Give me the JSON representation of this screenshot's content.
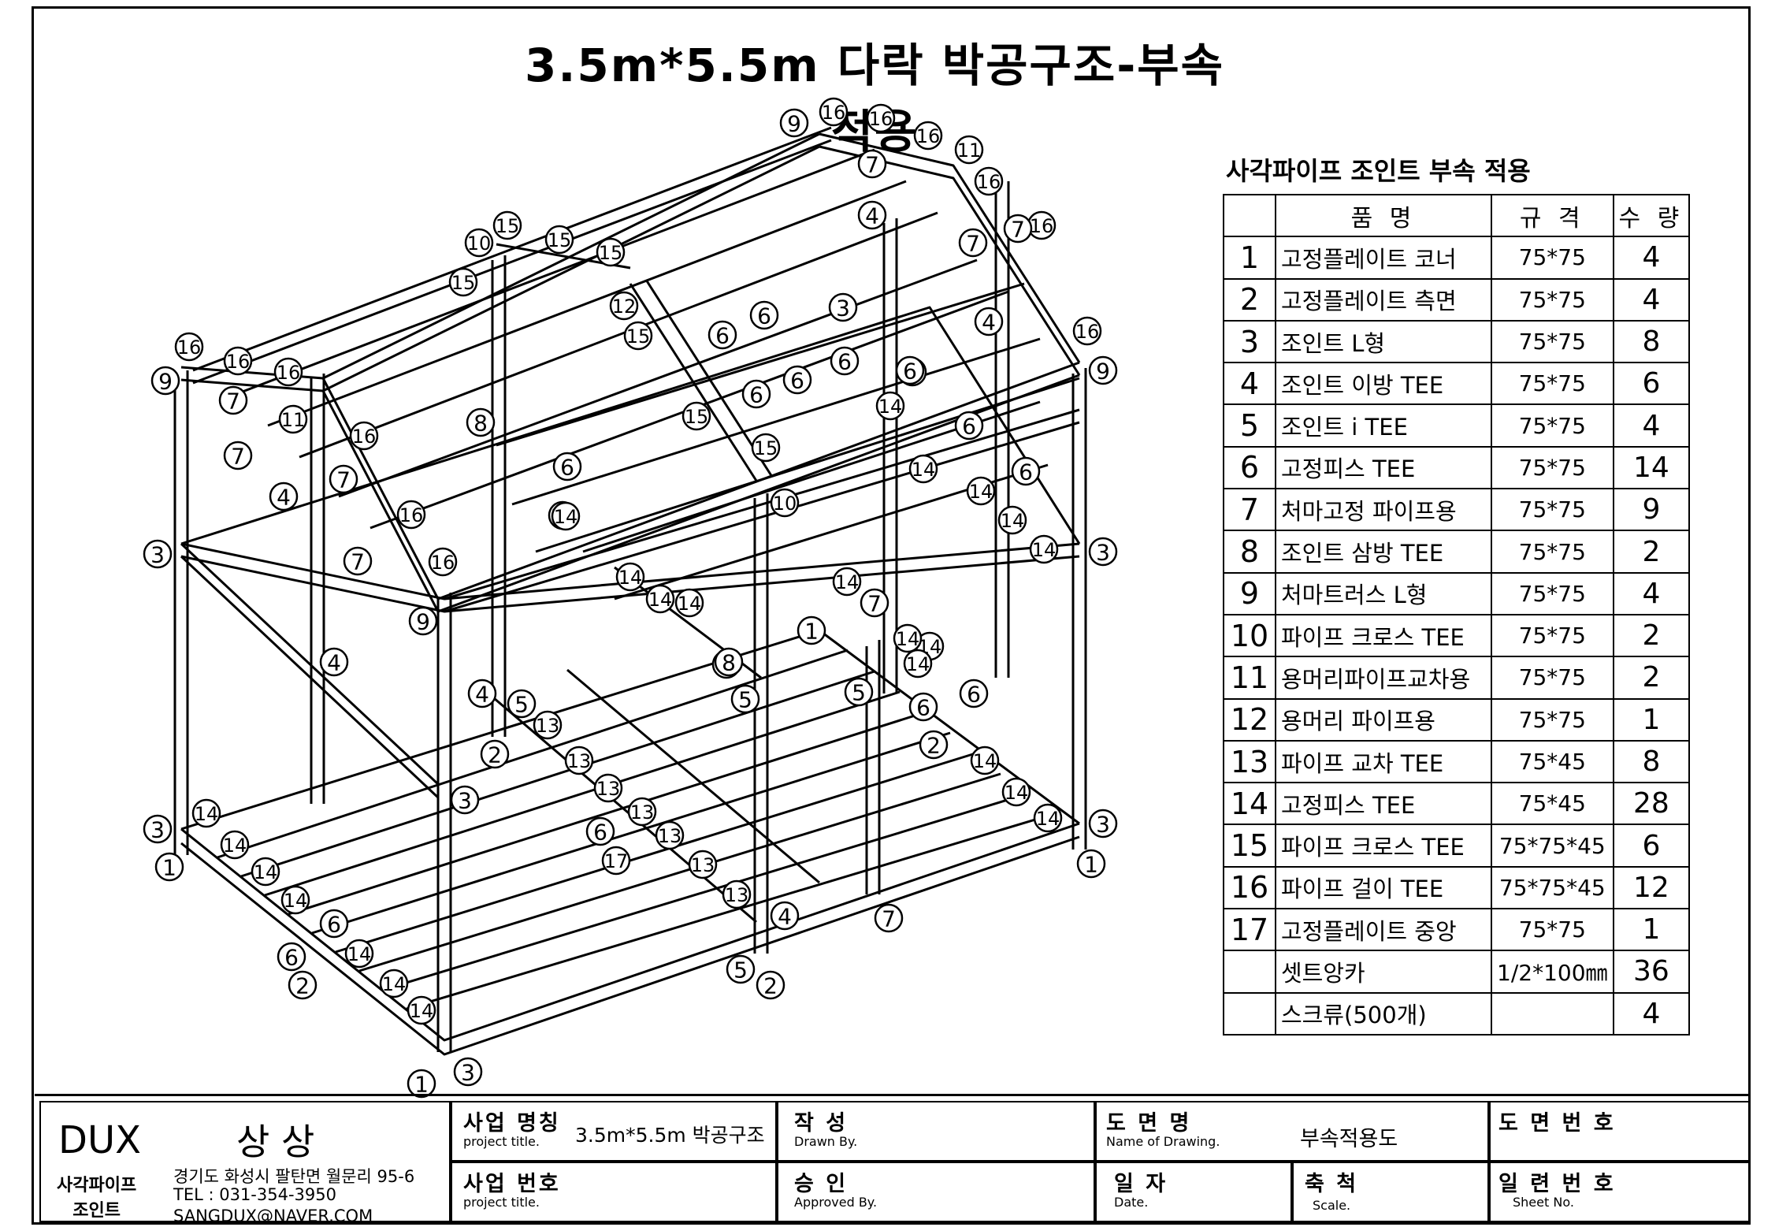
{
  "title": "3.5m*5.5m 다락 박공구조-부속적용",
  "parts_table": {
    "caption": "사각파이프 조인트 부속 적용",
    "headers": {
      "no": "",
      "name": "품       명",
      "spec": "규   격",
      "qty": "수  량"
    },
    "rows": [
      {
        "no": "1",
        "name": "고정플레이트 코너",
        "spec": "75*75",
        "qty": "4"
      },
      {
        "no": "2",
        "name": "고정플레이트 측면",
        "spec": "75*75",
        "qty": "4"
      },
      {
        "no": "3",
        "name": "조인트 L형",
        "spec": "75*75",
        "qty": "8"
      },
      {
        "no": "4",
        "name": "조인트 이방 TEE",
        "spec": "75*75",
        "qty": "6"
      },
      {
        "no": "5",
        "name": "조인트 i TEE",
        "spec": "75*75",
        "qty": "4"
      },
      {
        "no": "6",
        "name": "고정피스 TEE",
        "spec": "75*75",
        "qty": "14"
      },
      {
        "no": "7",
        "name": "처마고정 파이프용",
        "spec": "75*75",
        "qty": "9"
      },
      {
        "no": "8",
        "name": "조인트 삼방 TEE",
        "spec": "75*75",
        "qty": "2"
      },
      {
        "no": "9",
        "name": "처마트러스 L형",
        "spec": "75*75",
        "qty": "4"
      },
      {
        "no": "10",
        "name": "파이프 크로스 TEE",
        "spec": "75*75",
        "qty": "2"
      },
      {
        "no": "11",
        "name": "용머리파이프교차용",
        "spec": "75*75",
        "qty": "2"
      },
      {
        "no": "12",
        "name": "용머리 파이프용",
        "spec": "75*75",
        "qty": "1"
      },
      {
        "no": "13",
        "name": "파이프 교차 TEE",
        "spec": "75*45",
        "qty": "8"
      },
      {
        "no": "14",
        "name": "고정피스 TEE",
        "spec": "75*45",
        "qty": "28"
      },
      {
        "no": "15",
        "name": "파이프 크로스 TEE",
        "spec": "75*75*45",
        "qty": "6"
      },
      {
        "no": "16",
        "name": "파이프 걸이 TEE",
        "spec": "75*75*45",
        "qty": "12"
      },
      {
        "no": "17",
        "name": "고정플레이트 중앙",
        "spec": "75*75",
        "qty": "1"
      },
      {
        "no": "",
        "name": "  셋트앙카",
        "spec": "1/2*100㎜",
        "qty": "36"
      },
      {
        "no": "",
        "name": "  스크류(500개)",
        "spec": "",
        "qty": "4"
      }
    ]
  },
  "title_block": {
    "company": "DUX",
    "company_ko": "상 상",
    "company_sub": "사각파이프\n조인트",
    "address": "경기도 화성시 팔탄면 월문리 95-6",
    "tel": "TEL : 031-354-3950",
    "email": "SANGDUX@NAVER.COM",
    "project_title_label": "사업 명칭",
    "project_title_sub": "project title.",
    "project_title_value": "3.5m*5.5m 박공구조",
    "project_no_label": "사업 번호",
    "project_no_sub": "project title.",
    "drawn_label": "작   성",
    "drawn_sub": "Drawn By.",
    "approved_label": "승   인",
    "approved_sub": "Approved By.",
    "drawing_name_label": "도 면 명",
    "drawing_name_sub": "Name of Drawing.",
    "drawing_name_value": "부속적용도",
    "date_label": "일   자",
    "date_sub": "Date.",
    "scale_label": "축   척",
    "scale_sub": "Scale.",
    "drawing_no_label": "도 면 번 호",
    "sheet_no_label": "일 련 번 호",
    "sheet_no_sub": "Sheet No."
  },
  "callouts": [
    "1",
    "2",
    "3",
    "4",
    "5",
    "6",
    "7",
    "8",
    "9",
    "10",
    "11",
    "12",
    "13",
    "14",
    "15",
    "16",
    "17"
  ]
}
